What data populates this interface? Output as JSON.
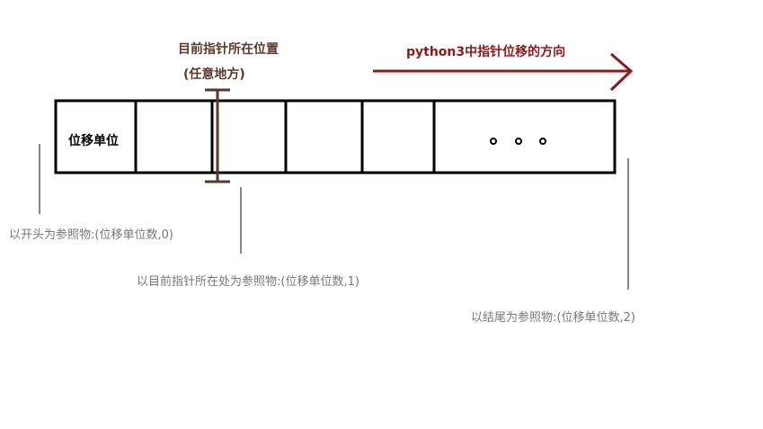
{
  "labels": {
    "pointer_title": "目前指针所在位置",
    "pointer_sub": "(任意地方)",
    "direction": "python3中指针位移的方向",
    "unit_cell": "位移单位",
    "ellipsis": "。。。",
    "ref_start": "以开头为参照物:(位移单位数,0)",
    "ref_current": "以目前指针所在处为参照物:(位移单位数,1)",
    "ref_end": "以结尾为参照物:(位移单位数,2)"
  },
  "colors": {
    "pointer": "#5c3a2a",
    "direction_arrow": "#8b1a1a",
    "guide_line": "#888888",
    "cell_border": "#000000"
  }
}
